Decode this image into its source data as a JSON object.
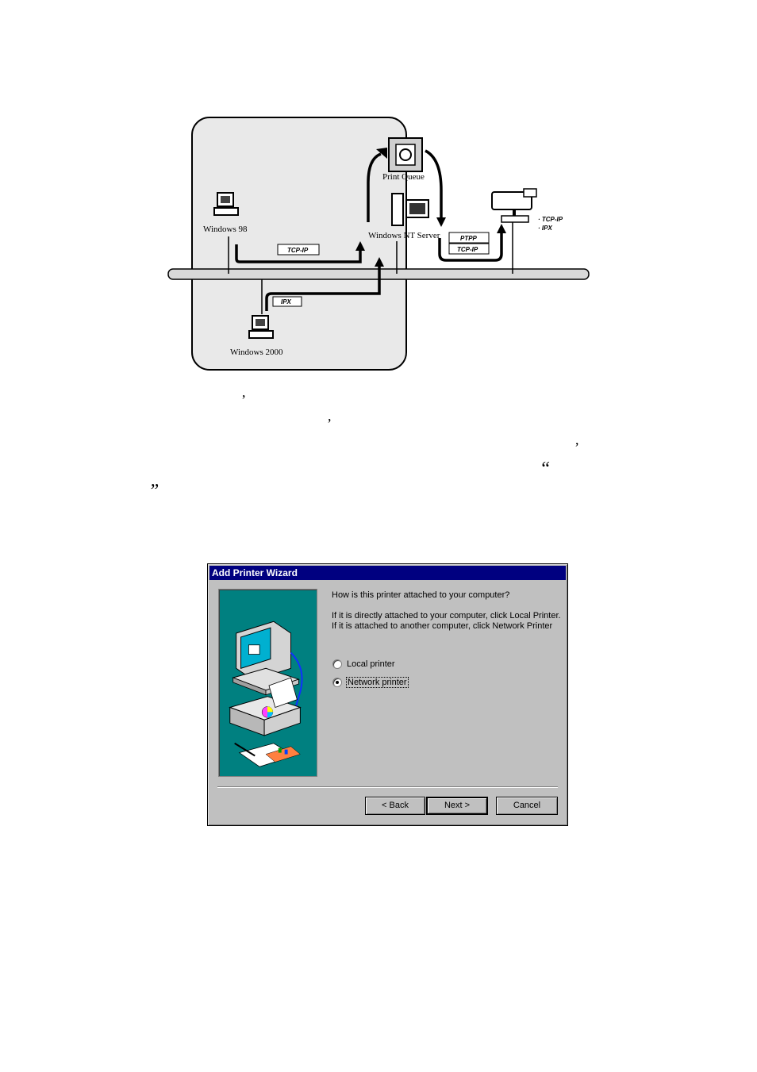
{
  "diagram": {
    "labels": {
      "win98": "Windows 98",
      "win2000": "Windows 2000",
      "nt_server": "Windows NT Server",
      "print_queue": "Print Queue"
    },
    "protocols": {
      "tcpip_98": "TCP-IP",
      "ipx_2000": "IPX",
      "ptpp": "PTPP",
      "tcpip_printer": "TCP-IP",
      "printer_list_1": "· TCP-IP",
      "printer_list_2": "· IPX"
    }
  },
  "punctuation": {
    "comma": ",",
    "open_quote": "“",
    "close_quote": "”"
  },
  "wizard": {
    "title": "Add Printer Wizard",
    "question": "How is this printer attached to your computer?",
    "instructions": "If it is directly attached to your computer, click Local Printer. If it is attached to another computer, click Network Printer",
    "options": [
      {
        "label": "Local printer",
        "selected": false
      },
      {
        "label": "Network printer",
        "selected": true
      }
    ],
    "buttons": {
      "back": "< Back",
      "next": "Next >",
      "cancel": "Cancel"
    }
  }
}
